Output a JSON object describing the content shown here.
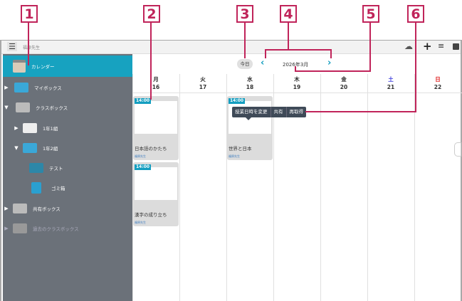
{
  "callouts": [
    "1",
    "2",
    "3",
    "4",
    "5",
    "6"
  ],
  "header": {
    "user": "福原先生"
  },
  "sidebar": {
    "items": [
      {
        "label": "カレンダー"
      },
      {
        "label": "マイボックス"
      },
      {
        "label": "クラスボックス"
      },
      {
        "label": "1年1組"
      },
      {
        "label": "1年2組"
      },
      {
        "label": "テスト"
      },
      {
        "label": "ゴミ箱"
      },
      {
        "label": "共有ボックス"
      },
      {
        "label": "過去のクラスボックス"
      }
    ]
  },
  "nav": {
    "today": "今日",
    "month": "2026年3月"
  },
  "days": [
    {
      "w": "月",
      "d": "16"
    },
    {
      "w": "火",
      "d": "17"
    },
    {
      "w": "水",
      "d": "18"
    },
    {
      "w": "木",
      "d": "19"
    },
    {
      "w": "金",
      "d": "20"
    },
    {
      "w": "土",
      "d": "21"
    },
    {
      "w": "日",
      "d": "22"
    }
  ],
  "popup": {
    "change": "授業日時を変更",
    "share": "共有",
    "refetch": "再取得"
  },
  "events": [
    {
      "time": "14:00",
      "title": "日本語のかたち",
      "teacher": "福原先生"
    },
    {
      "time": "14:00",
      "title": "漢字の成り立ち",
      "teacher": "福原先生"
    },
    {
      "time": "14:00",
      "title": "世界と日本",
      "teacher": "福原先生"
    }
  ],
  "colors": {
    "accent": "#17a2c0",
    "callout": "#c0245a",
    "saturday": "#3b3bdc",
    "sunday": "#e02020"
  }
}
